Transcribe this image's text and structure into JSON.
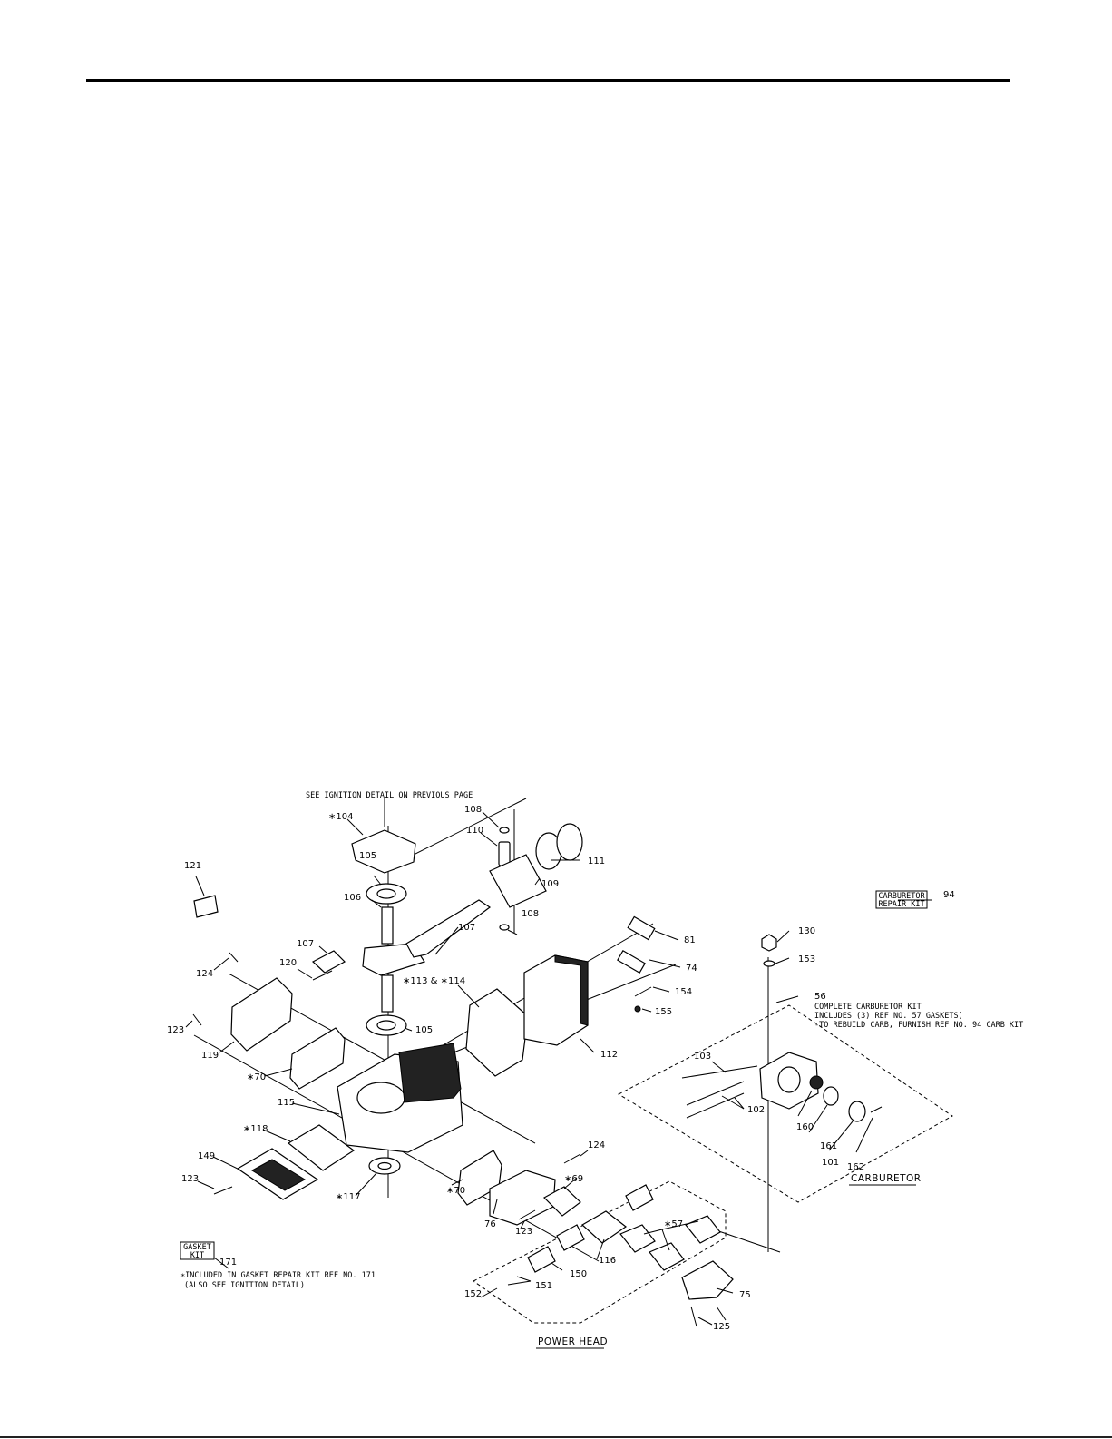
{
  "notes": {
    "ignition_ref": "SEE IGNITION DETAIL ON PREVIOUS PAGE",
    "carb_kit_line1": "COMPLETE CARBURETOR KIT",
    "carb_kit_line2": "INCLUDES (3) REF NO. 57 GASKETS)",
    "carb_kit_line3": "-TO REBUILD CARB, FURNISH REF NO. 94 CARB KIT",
    "gasket_note_line1": "∗INCLUDED IN GASKET REPAIR KIT REF NO. 171",
    "gasket_note_line2": "(ALSO SEE IGNITION DETAIL)"
  },
  "boxes": {
    "carb_repair_kit_line1": "CARBURETOR",
    "carb_repair_kit_line2": "REPAIR KIT",
    "gasket_kit_line1": "GASKET",
    "gasket_kit_line2": "KIT"
  },
  "section_titles": {
    "carburetor": "CARBURETOR",
    "power_head": "POWER HEAD"
  },
  "callouts": [
    {
      "id": "104",
      "text": "∗104"
    },
    {
      "id": "105a",
      "text": "105"
    },
    {
      "id": "106",
      "text": "106"
    },
    {
      "id": "107a",
      "text": "107"
    },
    {
      "id": "107b",
      "text": "107"
    },
    {
      "id": "108a",
      "text": "108"
    },
    {
      "id": "108b",
      "text": "108"
    },
    {
      "id": "109",
      "text": "109"
    },
    {
      "id": "110",
      "text": "110"
    },
    {
      "id": "111",
      "text": "111"
    },
    {
      "id": "121",
      "text": "121"
    },
    {
      "id": "120",
      "text": "120"
    },
    {
      "id": "124a",
      "text": "124"
    },
    {
      "id": "123a",
      "text": "123"
    },
    {
      "id": "119",
      "text": "119"
    },
    {
      "id": "113",
      "text": "∗113 & ∗114"
    },
    {
      "id": "105b",
      "text": "105"
    },
    {
      "id": "70a",
      "text": "∗70"
    },
    {
      "id": "115",
      "text": "115"
    },
    {
      "id": "118",
      "text": "∗118"
    },
    {
      "id": "149",
      "text": "149"
    },
    {
      "id": "123b",
      "text": "123"
    },
    {
      "id": "117",
      "text": "∗117"
    },
    {
      "id": "112",
      "text": "112"
    },
    {
      "id": "81",
      "text": "81"
    },
    {
      "id": "74",
      "text": "74"
    },
    {
      "id": "154",
      "text": "154"
    },
    {
      "id": "155",
      "text": "155"
    },
    {
      "id": "94",
      "text": "94"
    },
    {
      "id": "130",
      "text": "130"
    },
    {
      "id": "153",
      "text": "153"
    },
    {
      "id": "56",
      "text": "56"
    },
    {
      "id": "103",
      "text": "103"
    },
    {
      "id": "102",
      "text": "102"
    },
    {
      "id": "160",
      "text": "160"
    },
    {
      "id": "161",
      "text": "161"
    },
    {
      "id": "101",
      "text": "101"
    },
    {
      "id": "162",
      "text": "162"
    },
    {
      "id": "124b",
      "text": "124"
    },
    {
      "id": "69",
      "text": "∗69"
    },
    {
      "id": "70b",
      "text": "∗70"
    },
    {
      "id": "76",
      "text": "76"
    },
    {
      "id": "123c",
      "text": "123"
    },
    {
      "id": "57",
      "text": "∗57"
    },
    {
      "id": "116",
      "text": "116"
    },
    {
      "id": "150",
      "text": "150"
    },
    {
      "id": "151",
      "text": "151"
    },
    {
      "id": "152",
      "text": "152"
    },
    {
      "id": "75",
      "text": "75"
    },
    {
      "id": "125",
      "text": "125"
    },
    {
      "id": "171",
      "text": "171"
    }
  ]
}
